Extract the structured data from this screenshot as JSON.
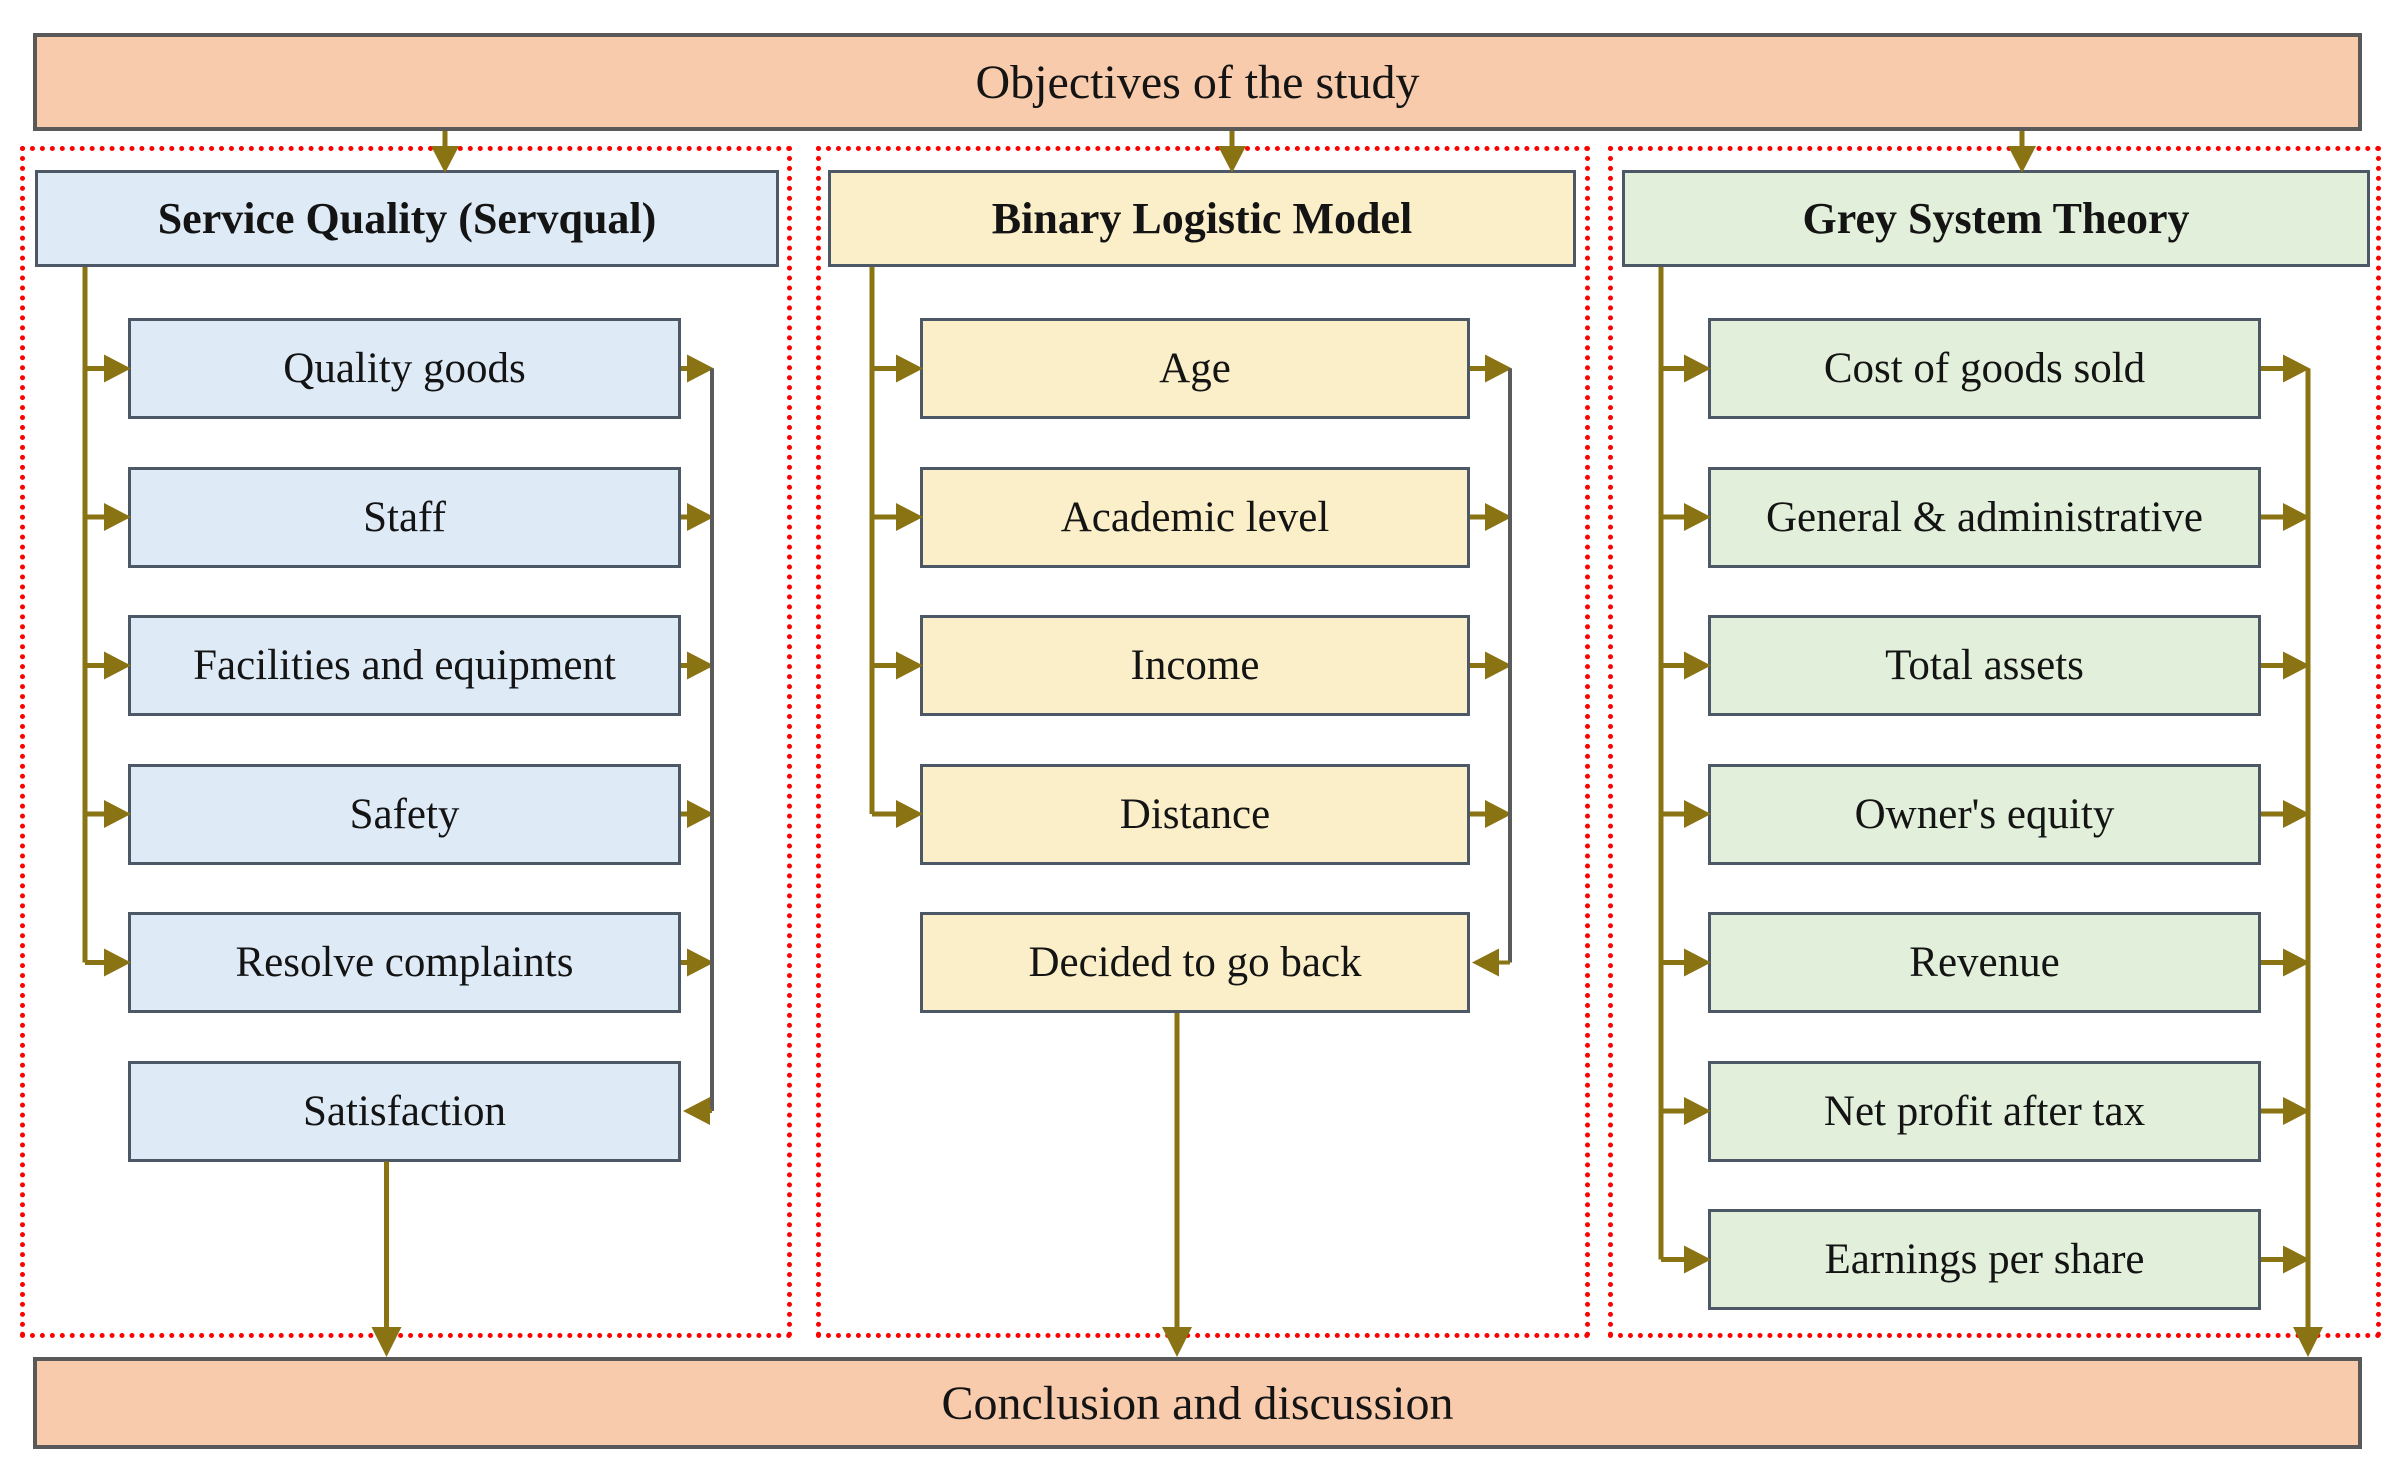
{
  "title_bar": {
    "label": "Objectives of the study"
  },
  "conclusion_bar": {
    "label": "Conclusion and discussion"
  },
  "columns": [
    {
      "id": "servqual",
      "header": "Service Quality (Servqual)",
      "fill": "#DEEBF7",
      "items": [
        "Quality goods",
        "Staff",
        "Facilities and equipment",
        "Safety",
        "Resolve complaints",
        "Satisfaction"
      ]
    },
    {
      "id": "binary-logistic-model",
      "header": "Binary Logistic Model",
      "fill": "#FBEFC9",
      "items": [
        "Age",
        "Academic level",
        "Income",
        "Distance",
        "Decided to go back"
      ]
    },
    {
      "id": "grey-system-theory",
      "header": "Grey System Theory",
      "fill": "#E2EFDA",
      "items": [
        "Cost of goods sold",
        "General & administrative",
        "Total assets",
        "Owner's equity",
        "Revenue",
        "Net profit after tax",
        "Earnings per share"
      ]
    }
  ],
  "colors": {
    "bar_fill": "#F8CBAD",
    "bar_border": "#595959",
    "box_border": "#4D5866",
    "column_outline": "#FF0000",
    "arrow": "#8A7313",
    "connector_gray": "#5B5B5B",
    "text": "#141414"
  }
}
